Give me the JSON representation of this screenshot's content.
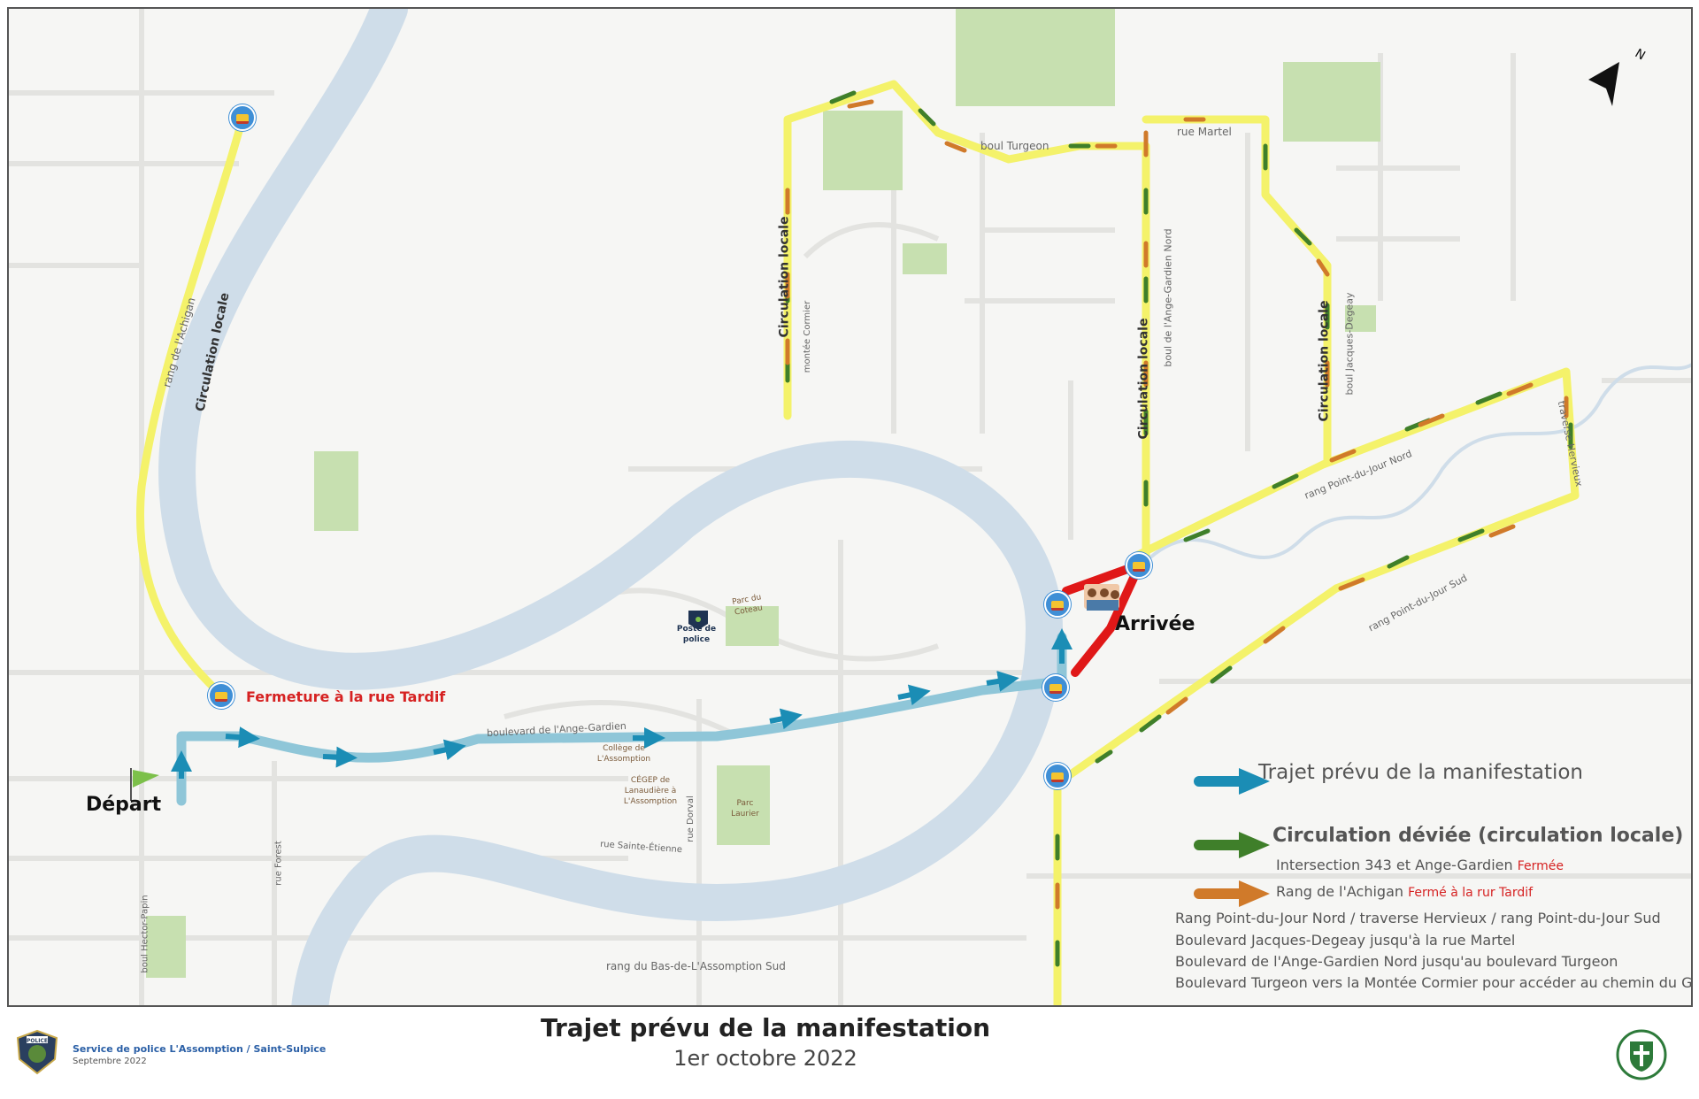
{
  "map": {
    "streets": {
      "rang_achigan": "rang de l'Achigan",
      "ange_gardien": "boulevard de l'Ange-Gardien",
      "ange_gardien_nord": "boul de l'Ange-Gardien Nord",
      "turgeon": "boul Turgeon",
      "martel": "rue Martel",
      "cormier": "montée Cormier",
      "jacques_degeay": "boul Jacques-Degeay",
      "pdj_nord": "rang Point-du-Jour Nord",
      "pdj_sud": "rang Point-du-Jour Sud",
      "hervieux": "traverse Hervieux",
      "sainte_etienne": "rue Sainte-Étienne",
      "dorval": "rue Dorval",
      "forest": "rue Forest",
      "hector_papin": "boul Hector-Papin",
      "bas_assomption": "rang du Bas-de-L'Assomption Sud"
    },
    "circulation_locale": "Circulation locale",
    "poi": {
      "parc_coteau": "Parc du Coteau",
      "poste_police": "Poste de police",
      "college": "Collège de L'Assomption",
      "cegep": "CÉGEP de Lanaudière à L'Assomption",
      "parc_laurier": "Parc Laurier"
    },
    "depart": "Départ",
    "arrivee": "Arrivée",
    "fermeture_tardif": "Fermeture à la rue Tardif",
    "compass": "N"
  },
  "legend": {
    "trajet": "Trajet prévu de la manifestation",
    "deviee": "Circulation déviée (circulation locale)",
    "intersection": "Intersection 343 et Ange-Gardien",
    "intersection_status": "Fermée",
    "achigan": "Rang de l'Achigan",
    "achigan_status": "Fermé à la rur Tardif",
    "lines": [
      "Rang Point-du-Jour Nord / traverse Hervieux / rang Point-du-Jour Sud",
      "Boulevard Jacques-Degeay jusqu'à la rue Martel",
      "Boulevard de l'Ange-Gardien Nord jusqu'au boulevard Turgeon",
      "Boulevard Turgeon vers la Montée Cormier pour accéder au chemin du Golf"
    ]
  },
  "footer": {
    "title": "Trajet prévu de la manifestation",
    "date": "1er octobre 2022",
    "org": "Service de police L'Assomption / Saint-Sulpice",
    "org_date": "Septembre 2022",
    "police_badge": "POLICE"
  },
  "colors": {
    "route": "#8fc6d8",
    "route_arrow": "#1b8db5",
    "deviation": "#f4f26a",
    "green_arrow": "#3f7f2a",
    "orange_arrow": "#d07a2a",
    "closure": "#e01818",
    "river": "#cfdde9",
    "park": "#c7e0b0"
  }
}
